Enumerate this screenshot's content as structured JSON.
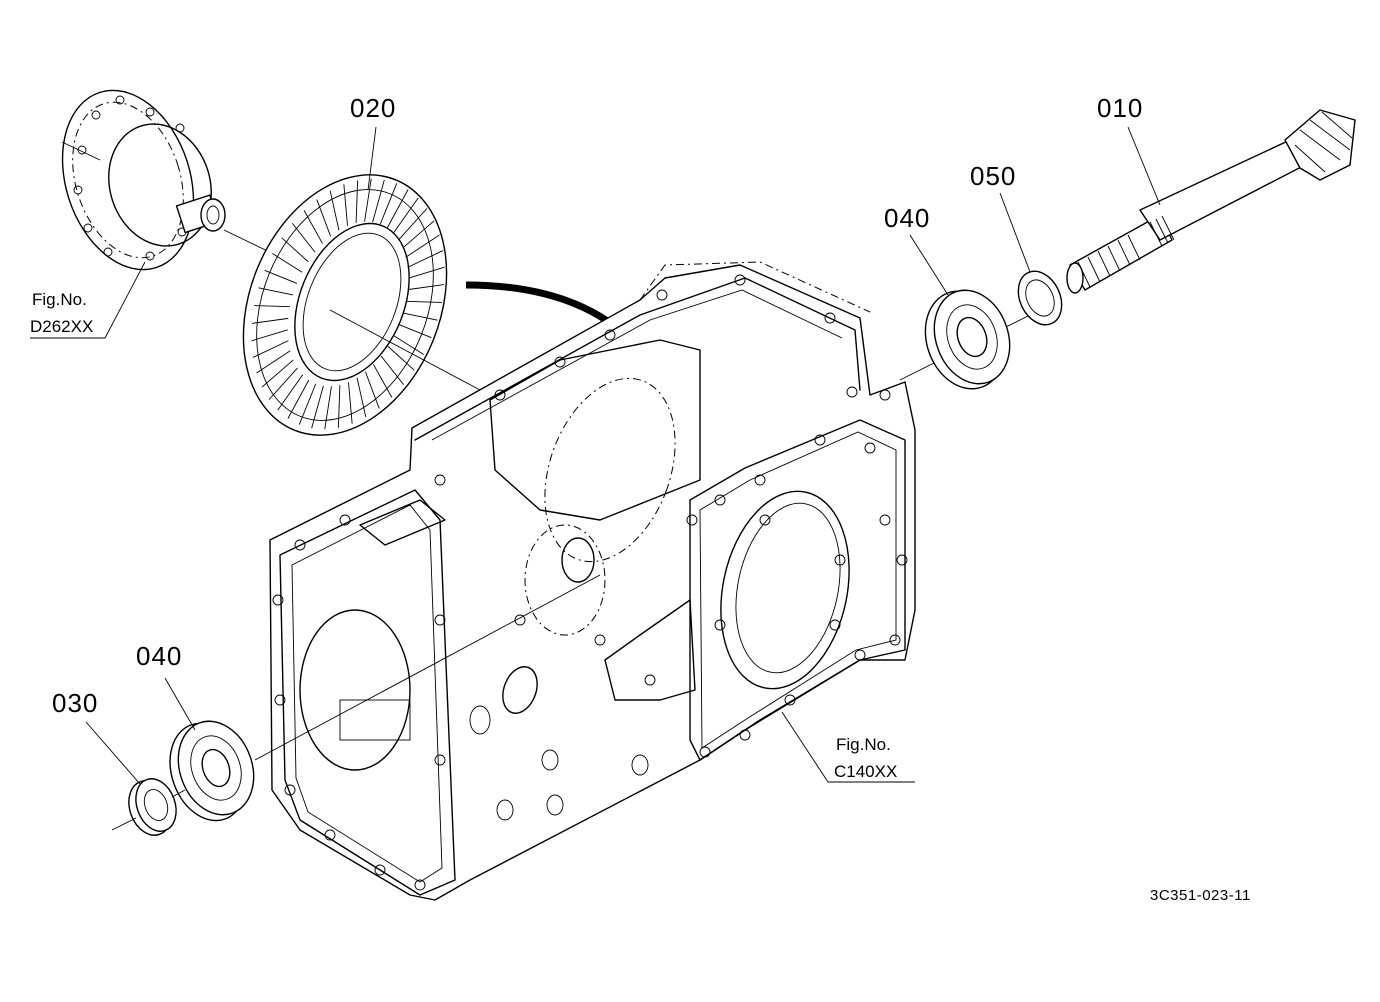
{
  "diagram": {
    "drawing_number": "3C351-023-11",
    "callouts": [
      {
        "id": "010",
        "label": "010",
        "part": "bevel-pinion-shaft"
      },
      {
        "id": "020",
        "label": "020",
        "part": "bevel-ring-gear"
      },
      {
        "id": "040a",
        "label": "040",
        "part": "ball-bearing-upper"
      },
      {
        "id": "050",
        "label": "050",
        "part": "collar"
      },
      {
        "id": "040b",
        "label": "040",
        "part": "ball-bearing-lower"
      },
      {
        "id": "030",
        "label": "030",
        "part": "oil-seal"
      }
    ],
    "figure_refs": [
      {
        "id": "d262",
        "line1": "Fig.No.",
        "line2": "D262XX",
        "part": "differential-assembly"
      },
      {
        "id": "c140",
        "line1": "Fig.No.",
        "line2": "C140XX",
        "part": "transmission-case"
      }
    ],
    "line_color": "#000000",
    "background_color": "#ffffff"
  }
}
